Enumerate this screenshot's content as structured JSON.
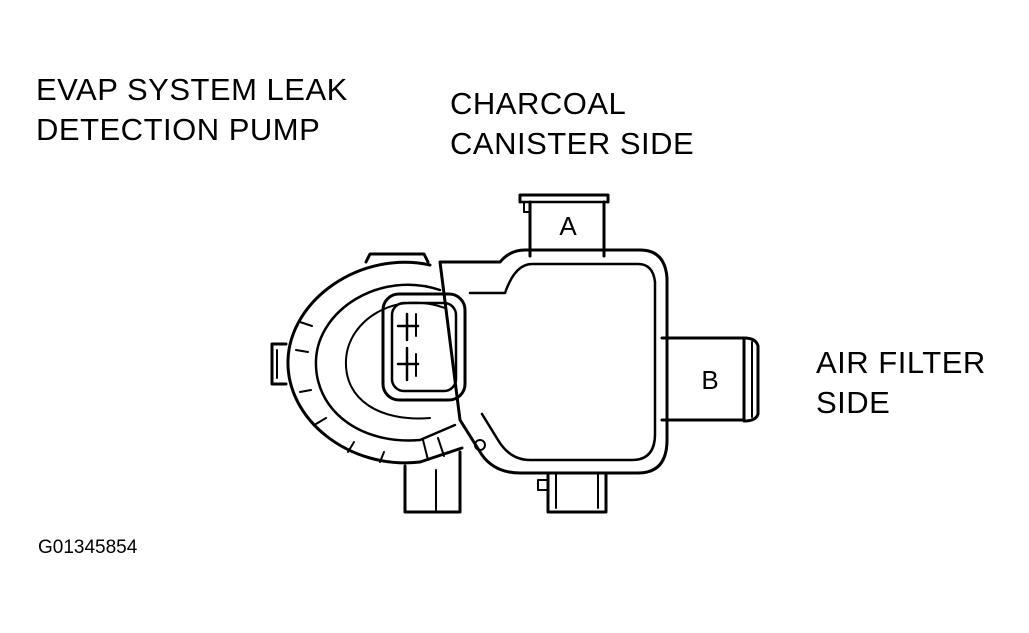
{
  "component": {
    "line1": "EVAP SYSTEM LEAK",
    "line2": "DETECTION PUMP"
  },
  "canister_side": {
    "line1": "CHARCOAL",
    "line2": "CANISTER SIDE"
  },
  "air_filter_side": {
    "line1": "AIR FILTER",
    "line2": "SIDE"
  },
  "ports": {
    "a": "A",
    "b": "B"
  },
  "figure_id": "G01345854"
}
